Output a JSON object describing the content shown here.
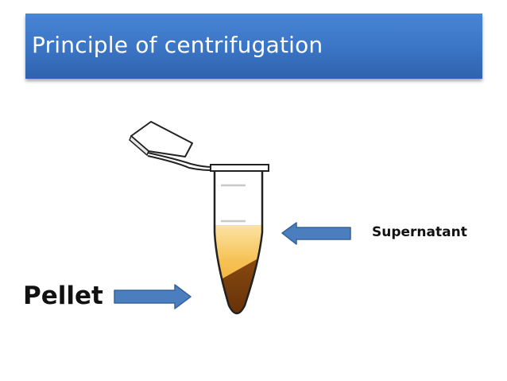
{
  "slide": {
    "title": "Principle of centrifugation"
  },
  "labels": {
    "supernatant": "Supernatant",
    "pellet": "Pellet"
  },
  "colors": {
    "title_bar": "#3a74c4",
    "title_text": "#ffffff",
    "arrow_fill": "#4a7ebf",
    "arrow_stroke": "#36629a",
    "supernatant_light": "#f9d27a",
    "supernatant_dark": "#f0a826",
    "pellet": "#7a3e0a",
    "tube_outline": "#222222"
  },
  "icons": {
    "tube": "microcentrifuge-tube-icon",
    "arrow_left": "arrow-left-icon",
    "arrow_right": "arrow-right-icon"
  }
}
